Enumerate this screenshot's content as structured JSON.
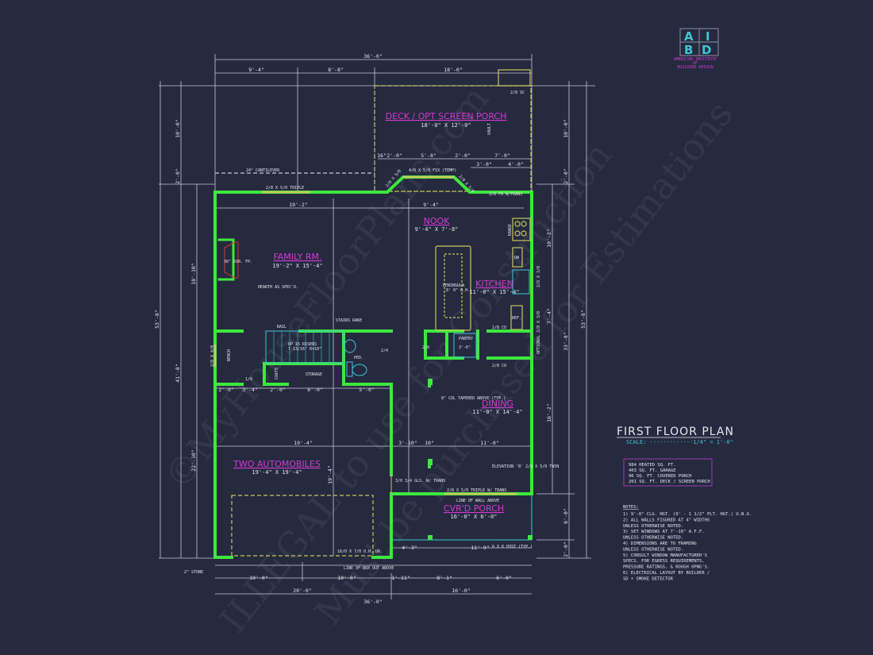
{
  "logo": {
    "letters": [
      "A",
      "I",
      "B",
      "D"
    ],
    "caption": [
      "AMERICAN INSTITUTE",
      "OF",
      "BUILDING DESIGN"
    ],
    "color": "#3ec6d6"
  },
  "colors": {
    "background": "#252a3f",
    "walls": "#3ee83e",
    "room_labels": "#d43ad4",
    "deck": "#c8c85a",
    "fixtures": "#3ec6d6"
  },
  "title": {
    "text": "FIRST FLOOR PLAN",
    "scale": "SCALE: ·············1/4\" = 1'-0\""
  },
  "areas": [
    "984 HEATED SQ. FT.",
    "403 SQ. FT. GARAGE",
    "96 SQ. FT. COVERED PORCH",
    "201 SQ. FT. DECK / SCREEN PORCH"
  ],
  "notes": {
    "heading": "NOTES:",
    "lines": [
      "1)  9'-0\"  CLG. HGT. (9' - 1 1/2\" PLT. HGT.) U.N.O.",
      "2)  ALL  WALLS FIGURED AT 4\" WIDTHS",
      "     UNLESS OTHERWISE NOTED.",
      "3)  SET WINDOWS AT 7'-10\" A.F.F.",
      "     UNLESS OTHERWISE NOTED.",
      "4)  DIMENSIONS ARE TO FRAMING",
      "     UNLESS OTHERWISE NOTED.",
      "5)  CONSULT WINDOW MANUFACTURER'S",
      "     SPECS. FOR EGRESS REQUIREMENTS,",
      "     PRESSURE RATINGS, & ROUGH OPNG'S.",
      "6)  ELECTRICAL LAYOUT BY BUILDER /",
      "     SD + SMOKE DETECTOR"
    ]
  },
  "rooms": [
    {
      "name": "DECK / OPT SCREEN PORCH",
      "size": "18'-0\" X 12'-0\""
    },
    {
      "name": "NOOK",
      "size": "9'-4\" X 7'-8\""
    },
    {
      "name": "FAMILY RM.",
      "size": "19'-2\" X 15'-4\""
    },
    {
      "name": "KITCHEN",
      "size": "11'-0\" X 15'-4\""
    },
    {
      "name": "DINING",
      "size": "11'-0\" X 14'-4\""
    },
    {
      "name": "TWO AUTOMOBILES",
      "size": "19'-4\" X 19'-4\""
    },
    {
      "name": "CVR'D PORCH",
      "size": "16'-0\" X 6'-0\""
    }
  ],
  "dims": {
    "top_total": "36'-0\"",
    "top_a": "9'-4\"",
    "top_b": "8'-8\"",
    "top_c": "18'-0\"",
    "bottom_total": "36'-0\"",
    "bottom_a": "20'-0\"",
    "bottom_b": "16'-0\"",
    "bottom_c1": "10'-0\"",
    "bottom_c2": "10'-0\"",
    "bottom_c3": "1'-11\"",
    "bottom_c4": "8'-1\"",
    "bottom_c5": "6'-0\"",
    "left_total": "53'-8\"",
    "left_a": "10'-0\"",
    "left_b": "2'-0\"",
    "left_c": "41'-8\"",
    "left_d": "18'-10\"",
    "left_e": "22'-10\"",
    "right_total": "53'-8\"",
    "right_a": "10'-0\"",
    "right_b": "2'-0\"",
    "right_c": "33'-8\"",
    "right_d": "10'-2\"",
    "right_e": "7'-4\"",
    "right_f": "16'-2\"",
    "right_g": "6'-0\"",
    "right_h": "2'-0\"",
    "family_w": "19'-2\"",
    "nook_w": "9'-4\"",
    "garage_w": "19'-4\"",
    "garage_h": "19'-4\"",
    "deck_a": "16\"",
    "deck_b": "2'-0\"",
    "deck_c": "5'-8\"",
    "deck_d": "2'-0\"",
    "deck_e": "7'-0\"",
    "deck_f": "3'-0\"",
    "deck_g": "4'-0\"",
    "hall_a": "2'-0\"",
    "hall_b": "3'-4\"",
    "hall_c": "2'-0\"",
    "hall_d": "6'-0\"",
    "hall_e": "5'-0\"",
    "dining_a": "3'-10\"",
    "dining_b": "10\"",
    "dining_c": "11'-0\"",
    "porch_a": "4'-3\"",
    "porch_b": "11'-9\""
  },
  "labels": {
    "cantilever": "24\" CANTILEVER",
    "triple_window": "2/8 X 5/0 TRIPLE",
    "fix_window": "4/0 X 5/0 FIX (TEMP)",
    "bay_l": "2/0 X 5/0",
    "bay_r": "2/0 X 5/0",
    "door_sc": "2/8 SC",
    "vault": "VAULT",
    "fr_trans": "2/8 FR W/TRANS",
    "fireplace": "36\" DIR. FP.",
    "hearth": "HEARTH AS SPEC'D.",
    "rail": "RAIL",
    "stairs_rake": "STAIRS RAKE",
    "stairs": "UP 15 RISERS",
    "stairs_dims": "7-13/16\" R=10\"",
    "ped": "PED.",
    "storage": "STORAGE",
    "bench": "BENCH",
    "coats_l": "COATS",
    "door_24": "2/4",
    "door_16": "1/6",
    "door_28": "2/8",
    "peninsula": "PENINSULA",
    "peninsula_sub": "8' 0\" O.H.",
    "range": "RANGE",
    "dw": "DW",
    "ref": "REF.",
    "pantry": "PANTRY",
    "pantry_w": "3'-6\"",
    "co_a": "2/8 CO",
    "co_b": "2/8 CO",
    "optional": "OPTIONAL 2/8 X 3/0",
    "window_sink": "2/8 X 3/0",
    "col": "8\" COL TAPERED ABOVE (TYP.)",
    "elevation": "ELEVATION 'B' 2/8 X 5/0 TWIN",
    "triple_trans": "2/8 X 5/0 TRIPLE W/ TRANS",
    "line_wall": "LINE OF WALL ABOVE",
    "post": "6 X 6 POST (TYP.)",
    "gls": "3/0 3/4 GLS. W/ TRANS",
    "garage_door": "16/0 X 7/0 O.H. DR.",
    "box_out": "LINE OF BOX OUT ABOVE",
    "stone": "2\" STONE",
    "window_side": "2/8 X 4/0"
  },
  "watermark": [
    "©MyHouseFloorPlans.com",
    "ILLEGAL to use for Construction",
    "Must be purchased for Estimations"
  ]
}
